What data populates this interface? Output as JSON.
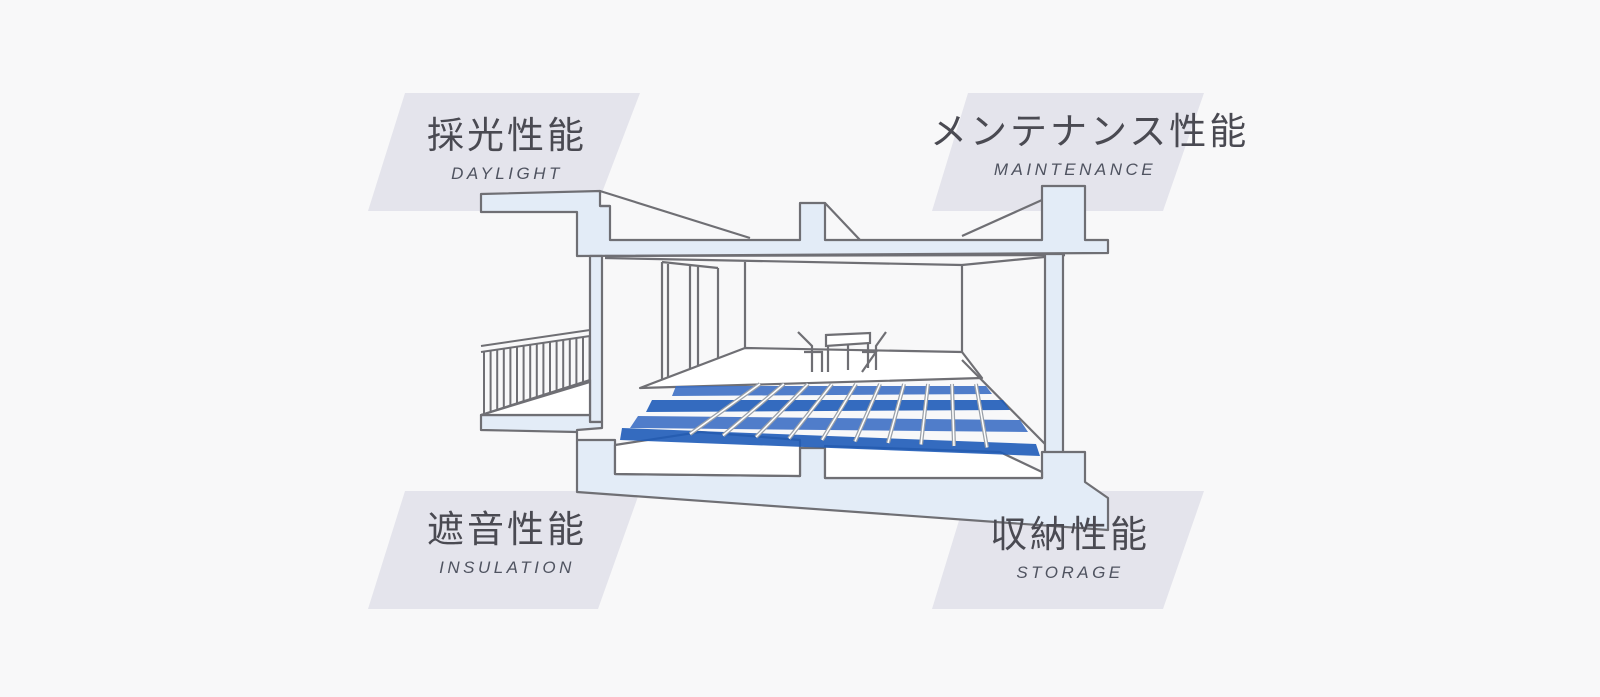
{
  "features": [
    {
      "id": "daylight",
      "jp": "採光性能",
      "en": "DAYLIGHT"
    },
    {
      "id": "maintenance",
      "jp": "メンテナンス性能",
      "en": "MAINTENANCE"
    },
    {
      "id": "insulation",
      "jp": "遮音性能",
      "en": "INSULATION"
    },
    {
      "id": "storage",
      "jp": "収納性能",
      "en": "STORAGE"
    }
  ],
  "colors": {
    "background": "#f8f8f9",
    "tag": "#e4e4ec",
    "structure_fill": "#e3ecf7",
    "line": "#6f6f74",
    "joist_blue": "#3d6fc4",
    "joist_dark": "#1e5bb8",
    "text": "#4a4a52"
  }
}
